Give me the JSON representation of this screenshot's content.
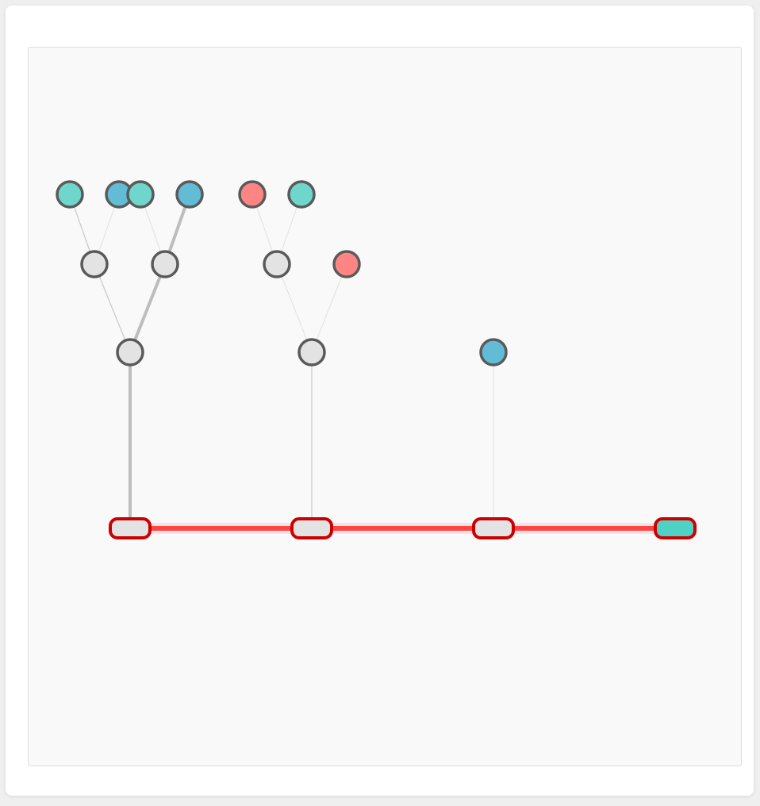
{
  "colors": {
    "teal": "#6fd6cc",
    "blue": "#62bcd6",
    "red": "#ff8585",
    "grey": "#e3e3e3",
    "spine_edge": "#ff4444",
    "spine_border": "#cc0000",
    "node_border": "#5a5a5a",
    "spine_end_fill": "#4fd2c6"
  },
  "diagram": {
    "spine": [
      {
        "id": "s1",
        "fill": "grey"
      },
      {
        "id": "s2",
        "fill": "grey"
      },
      {
        "id": "s3",
        "fill": "grey"
      },
      {
        "id": "s4",
        "fill": "spine_end"
      }
    ],
    "nodes": [
      {
        "id": "a",
        "fill": "grey"
      },
      {
        "id": "b",
        "fill": "grey"
      },
      {
        "id": "c",
        "fill": "blue"
      },
      {
        "id": "a1",
        "fill": "grey"
      },
      {
        "id": "a2",
        "fill": "grey"
      },
      {
        "id": "b1",
        "fill": "grey"
      },
      {
        "id": "b2",
        "fill": "red"
      },
      {
        "id": "l1",
        "fill": "teal"
      },
      {
        "id": "l2",
        "fill": "blue"
      },
      {
        "id": "l3",
        "fill": "teal"
      },
      {
        "id": "l4",
        "fill": "blue"
      },
      {
        "id": "l5",
        "fill": "red"
      },
      {
        "id": "l6",
        "fill": "teal"
      }
    ],
    "edges": [
      {
        "from": "s1",
        "to": "a",
        "weight": "heavy"
      },
      {
        "from": "s2",
        "to": "b",
        "weight": "light"
      },
      {
        "from": "s3",
        "to": "c",
        "weight": "faint"
      },
      {
        "from": "a",
        "to": "a1",
        "weight": "light"
      },
      {
        "from": "a",
        "to": "a2",
        "weight": "heavy"
      },
      {
        "from": "b",
        "to": "b1",
        "weight": "faint"
      },
      {
        "from": "b",
        "to": "b2",
        "weight": "faint"
      },
      {
        "from": "a1",
        "to": "l1",
        "weight": "light"
      },
      {
        "from": "a1",
        "to": "l2",
        "weight": "faint"
      },
      {
        "from": "a2",
        "to": "l3",
        "weight": "faint"
      },
      {
        "from": "a2",
        "to": "l4",
        "weight": "heavy"
      },
      {
        "from": "b1",
        "to": "l5",
        "weight": "faint"
      },
      {
        "from": "b1",
        "to": "l6",
        "weight": "faint"
      }
    ]
  }
}
